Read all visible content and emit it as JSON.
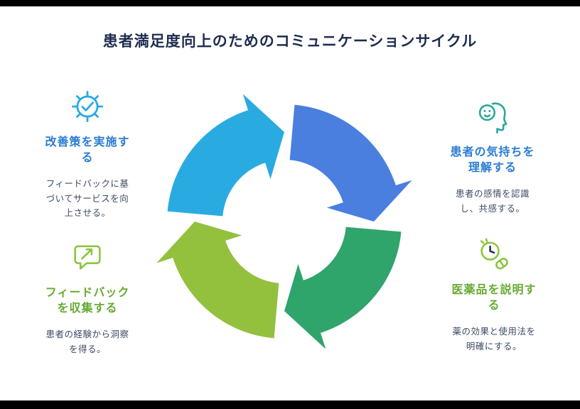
{
  "title": "患者満足度向上のためのコミュニケーションサイクル",
  "colors": {
    "title_text": "#1e2c4f",
    "body_text": "#3d4a63",
    "heading_blue": "#2b7cd3",
    "heading_green": "#66aa33",
    "arrow_blue": "#4a7fe0",
    "arrow_teal": "#2fa46b",
    "arrow_green": "#93c13d",
    "arrow_cyan": "#29abe2",
    "icon_cyan": "#29abe2",
    "icon_teal": "#2aa79b",
    "icon_green": "#8bc63f",
    "icon_dark": "#26334d",
    "frame_black": "#000000"
  },
  "steps": [
    {
      "heading": "改善策を実施する",
      "body": "フィードバックに基づいてサービスを向上させる。",
      "icon": "gear-check-icon"
    },
    {
      "heading": "患者の気持ちを理解する",
      "body": "患者の感情を認識し、共感する。",
      "icon": "head-smile-icon"
    },
    {
      "heading": "医薬品を説明する",
      "body": "薬の効果と使用法を明確にする。",
      "icon": "clock-pill-icon"
    },
    {
      "heading": "フィードバックを収集する",
      "body": "患者の経験から洞察を得る。",
      "icon": "speech-arrow-icon"
    }
  ]
}
